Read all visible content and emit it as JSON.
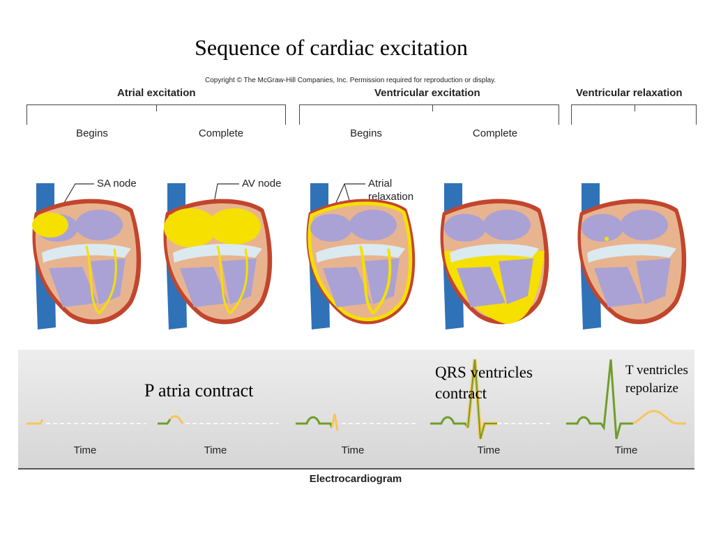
{
  "title": "Sequence of cardiac excitation",
  "copyright": "Copyright © The McGraw-Hill Companies, Inc. Permission required for reproduction or display.",
  "phases": {
    "atrial": "Atrial excitation",
    "ventricular": "Ventricular excitation",
    "relaxation": "Ventricular relaxation"
  },
  "stages": {
    "s1": "Begins",
    "s2": "Complete",
    "s3": "Begins",
    "s4": "Complete"
  },
  "callouts": {
    "sa_node": "SA node",
    "av_node": "AV node",
    "atrial_relaxation_1": "Atrial",
    "atrial_relaxation_2": "relaxation"
  },
  "ecg": {
    "time_labels": [
      "Time",
      "Time",
      "Time",
      "Time",
      "Time"
    ],
    "title": "Electrocardiogram"
  },
  "annotations": {
    "p_wave": "P atria contract",
    "qrs_1": "QRS ventricles",
    "qrs_2": "contract",
    "t_1": "T ventricles",
    "t_2": "repolarize"
  },
  "colors": {
    "excitation_yellow": "#f5e000",
    "ecg_active": "#f7c55a",
    "ecg_done": "#6f9d2a",
    "vessel_blue": "#2f72b8",
    "atrium_lavender": "#aaa2d4",
    "myocardium": "#e8b48f",
    "epicardium_red": "#c2452d"
  }
}
